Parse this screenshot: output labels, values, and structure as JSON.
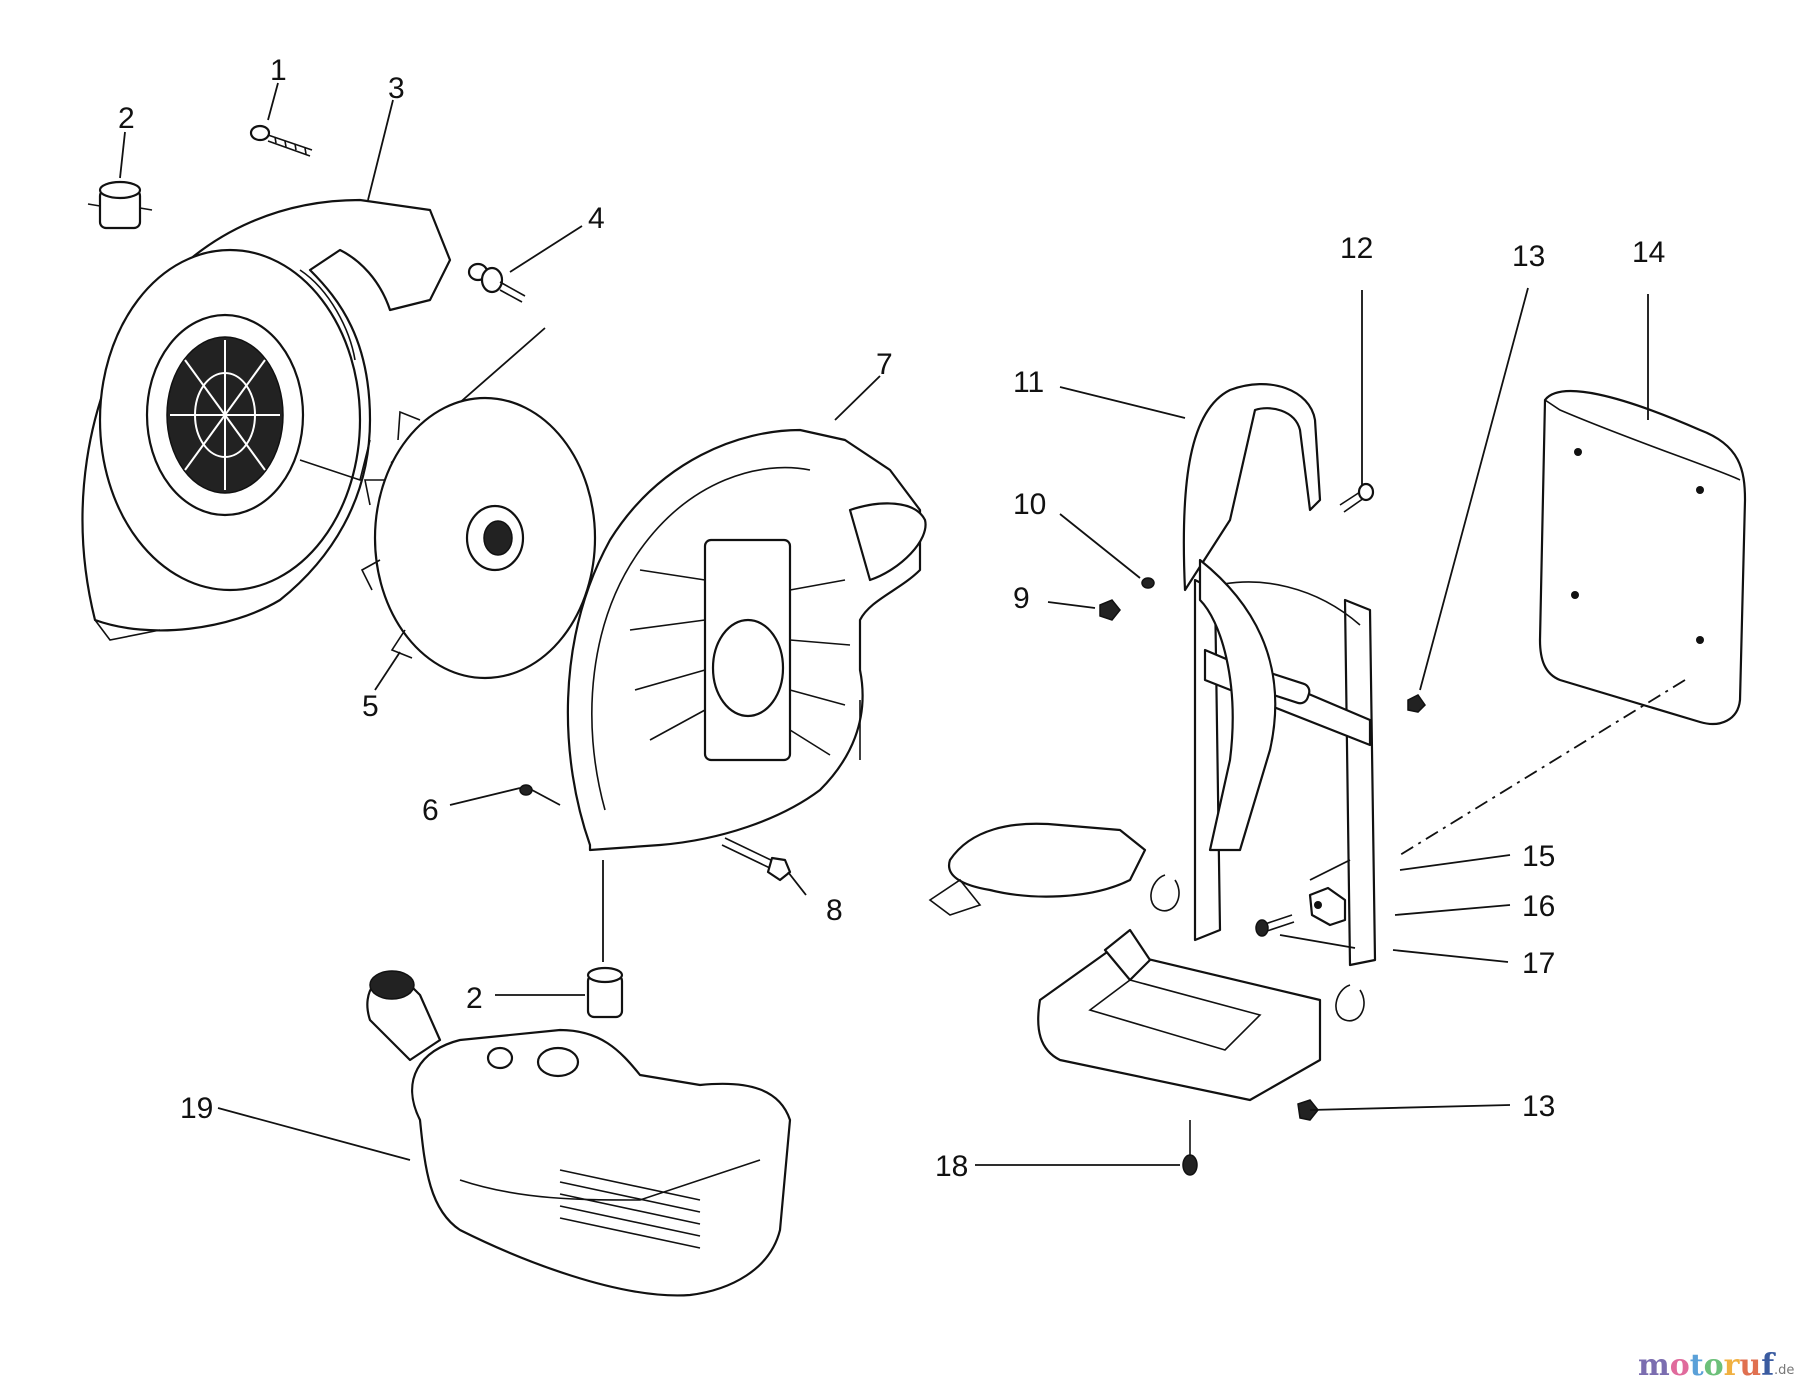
{
  "callouts": {
    "c1": "1",
    "c2a": "2",
    "c3": "3",
    "c4": "4",
    "c5": "5",
    "c6": "6",
    "c7": "7",
    "c8": "8",
    "c2b": "2",
    "c19": "19",
    "c11": "11",
    "c10": "10",
    "c9": "9",
    "c12": "12",
    "c13a": "13",
    "c14": "14",
    "c15": "15",
    "c16": "16",
    "c17": "17",
    "c13b": "13",
    "c18": "18"
  },
  "watermark": {
    "brand_m": "m",
    "brand_o1": "o",
    "brand_t": "t",
    "brand_o2": "o",
    "brand_r": "r",
    "brand_u": "u",
    "brand_f": "f",
    "tld": ".de"
  },
  "colors": {
    "m": "#7b6db0",
    "o1": "#e06a9c",
    "t": "#5aa0d8",
    "o2": "#6cc07a",
    "r": "#f0b040",
    "u": "#e07050",
    "f": "#3a5ba0"
  }
}
